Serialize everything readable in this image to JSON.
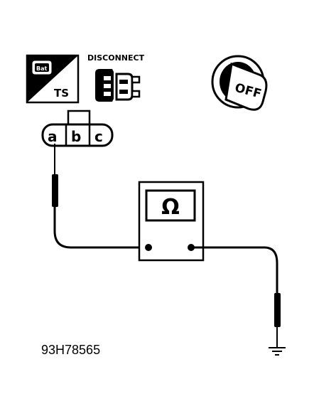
{
  "diagram": {
    "ts_label": "TS",
    "connector_top_text": "Bat",
    "disconnect_label": "DISCONNECT",
    "key_label": "OFF",
    "connector_pins": [
      "a",
      "b",
      "c"
    ],
    "meter_symbol": "Ω",
    "figure_code": "93H78565"
  },
  "icons": {
    "ts_panel": "disconnect-battery-icon",
    "connector_plug": "connector-plug-icon",
    "ignition": "ignition-key-off-icon",
    "ground": "ground-icon"
  }
}
